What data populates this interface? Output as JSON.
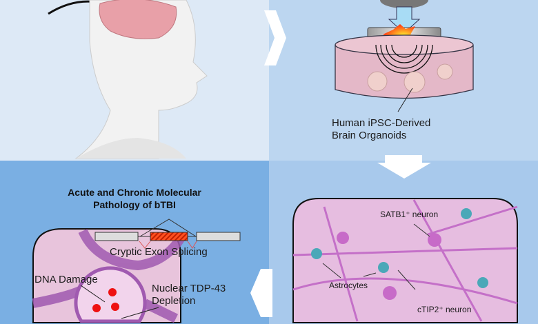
{
  "panels": {
    "top_right": {
      "label_line1": "Human iPSC-Derived",
      "label_line2": "Brain Organoids"
    },
    "bottom_right": {
      "satb1": "SATB1⁺ neuron",
      "astrocytes": "Astrocytes",
      "ctip2": "cTIP2⁺ neuron"
    },
    "bottom_left": {
      "title_line1": "Acute and Chronic Molecular",
      "title_line2": "Pathology of bTBI",
      "splicing": "Cryptic Exon Splicing",
      "dna": "DNA Damage",
      "tdp_line1": "Nuclear TDP-43",
      "tdp_line2": "Depletion"
    }
  }
}
